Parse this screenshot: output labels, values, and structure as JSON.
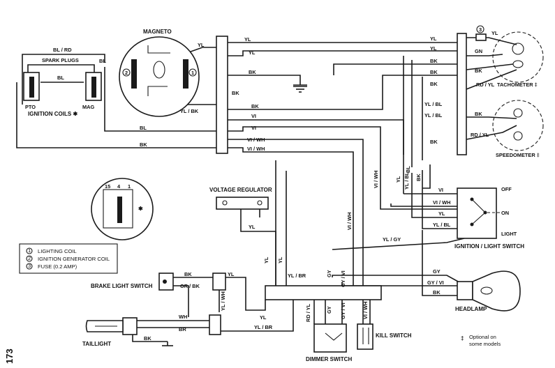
{
  "page_number": "173",
  "components": {
    "magneto": "MAGNETO",
    "spark_plugs": "SPARK PLUGS",
    "pto": "PTO",
    "mag": "MAG",
    "ignition_coils": "IGNITION COILS ✱",
    "voltage_regulator": "VOLTAGE REGULATOR",
    "brake_light_switch": "BRAKE LIGHT SWITCH",
    "taillight": "TAILLIGHT",
    "dimmer_switch": "DIMMER SWITCH",
    "kill_switch": "KILL SWITCH",
    "headlamp": "HEADLAMP",
    "ignition_light_switch": "IGNITION / LIGHT SWITCH",
    "tachometer": "TACHOMETER ‡",
    "speedometer": "SPEEDOMETER ‡"
  },
  "switch_positions": {
    "off": "OFF",
    "on": "ON",
    "light": "LIGHT"
  },
  "legend": [
    {
      "num": "1",
      "text": "LIGHTING COIL"
    },
    {
      "num": "2",
      "text": "IGNITION GENERATOR COIL"
    },
    {
      "num": "3",
      "text": "FUSE (0.2 AMP)"
    }
  ],
  "footnote": {
    "symbol": "‡",
    "line1": "Optional on",
    "line2": "some models"
  },
  "coil_inset": {
    "labels": [
      "15",
      "4",
      "1"
    ],
    "marker": "✱"
  },
  "coil_numbers": {
    "left": "2",
    "right": "1",
    "fuse": "3"
  },
  "wire_labels": {
    "bl_rd": "BL / RD",
    "bl_plug": "BL",
    "bl_mag": "BL",
    "yl_mag_top": "YL",
    "yl_bk_mag": "YL / BK",
    "t_yl1": "YL",
    "t_yl2": "YL",
    "t_bk1": "BK",
    "t_bk2": "BK",
    "t_bk3": "BK",
    "t_vi1": "VI",
    "t_vi2": "VI",
    "t_viwh1": "VI / WH",
    "t_viwh2": "VI / WH",
    "t_bl": "BL",
    "t_bk4": "BK",
    "r_yl1": "YL",
    "r_yl2": "YL",
    "r_bk1": "BK",
    "r_bk2": "BK",
    "r_bk3": "BK",
    "r_ylbl1": "YL / BL",
    "r_ylbl2": "YL / BL",
    "r_bk4": "BK",
    "fuse_yl": "YL",
    "tach_gn": "GN",
    "tach_bk": "BK",
    "tach_rdyl": "RD / YL",
    "spd_bk": "BK",
    "spd_rdyl": "RD / YL",
    "v_viwh": "VI / WH",
    "v_yl": "YL",
    "v_bl": "BL",
    "v_bk": "BK",
    "v_ylbl": "YL / BL",
    "sw_vi": "VI",
    "sw_viwh": "VI / WH",
    "sw_yl": "YL",
    "sw_ylbl": "YL / BL",
    "vr_yl": "YL",
    "h_ylgy": "YL / GY",
    "h_gy": "GY",
    "h_gyvi": "GY / VI",
    "h_bk": "BK",
    "mid_yl1": "YL",
    "mid_yl2": "YL",
    "mid_viwh": "VI / WH",
    "mid_ylbr": "YL / BR",
    "mid_gy": "GY",
    "mid_gyvi": "GY / VI",
    "dm_rdyl": "RD / YL",
    "dm_gy": "GY",
    "dm_gyvi": "GY / VI",
    "dm_viwh": "VI / WH",
    "bl_bk": "BK",
    "bl_orbk": "OR / BK",
    "bl_yl": "YL",
    "bl_ylwh": "YL / WH",
    "tl_wh": "WH",
    "tl_br": "BR",
    "tl_bk": "BK",
    "tl_yl": "YL",
    "tl_ylbr": "YL / BR"
  }
}
